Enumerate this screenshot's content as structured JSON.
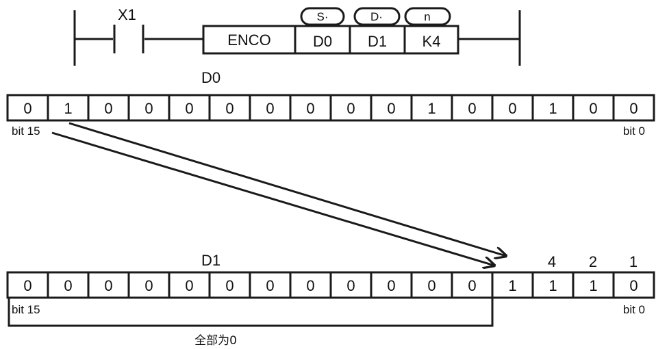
{
  "ladder": {
    "contact": "X1",
    "instruction": "ENCO",
    "operand_tags": [
      "S·",
      "D·",
      "n"
    ],
    "operands": [
      "D0",
      "D1",
      "K4"
    ]
  },
  "source": {
    "name": "D0",
    "bits": [
      "0",
      "1",
      "0",
      "0",
      "0",
      "0",
      "0",
      "0",
      "0",
      "0",
      "1",
      "0",
      "0",
      "1",
      "0",
      "0"
    ],
    "msb_label": "bit 15",
    "lsb_label": "bit 0"
  },
  "dest": {
    "name": "D1",
    "bits": [
      "0",
      "0",
      "0",
      "0",
      "0",
      "0",
      "0",
      "0",
      "0",
      "0",
      "0",
      "0",
      "1",
      "1",
      "1",
      "0"
    ],
    "weights": [
      "4",
      "2",
      "1"
    ],
    "msb_label": "bit 15",
    "lsb_label": "bit 0",
    "bracket_note": "全部为0"
  },
  "colors": {
    "line": "#1a1a1a",
    "fill": "#ffffff"
  }
}
